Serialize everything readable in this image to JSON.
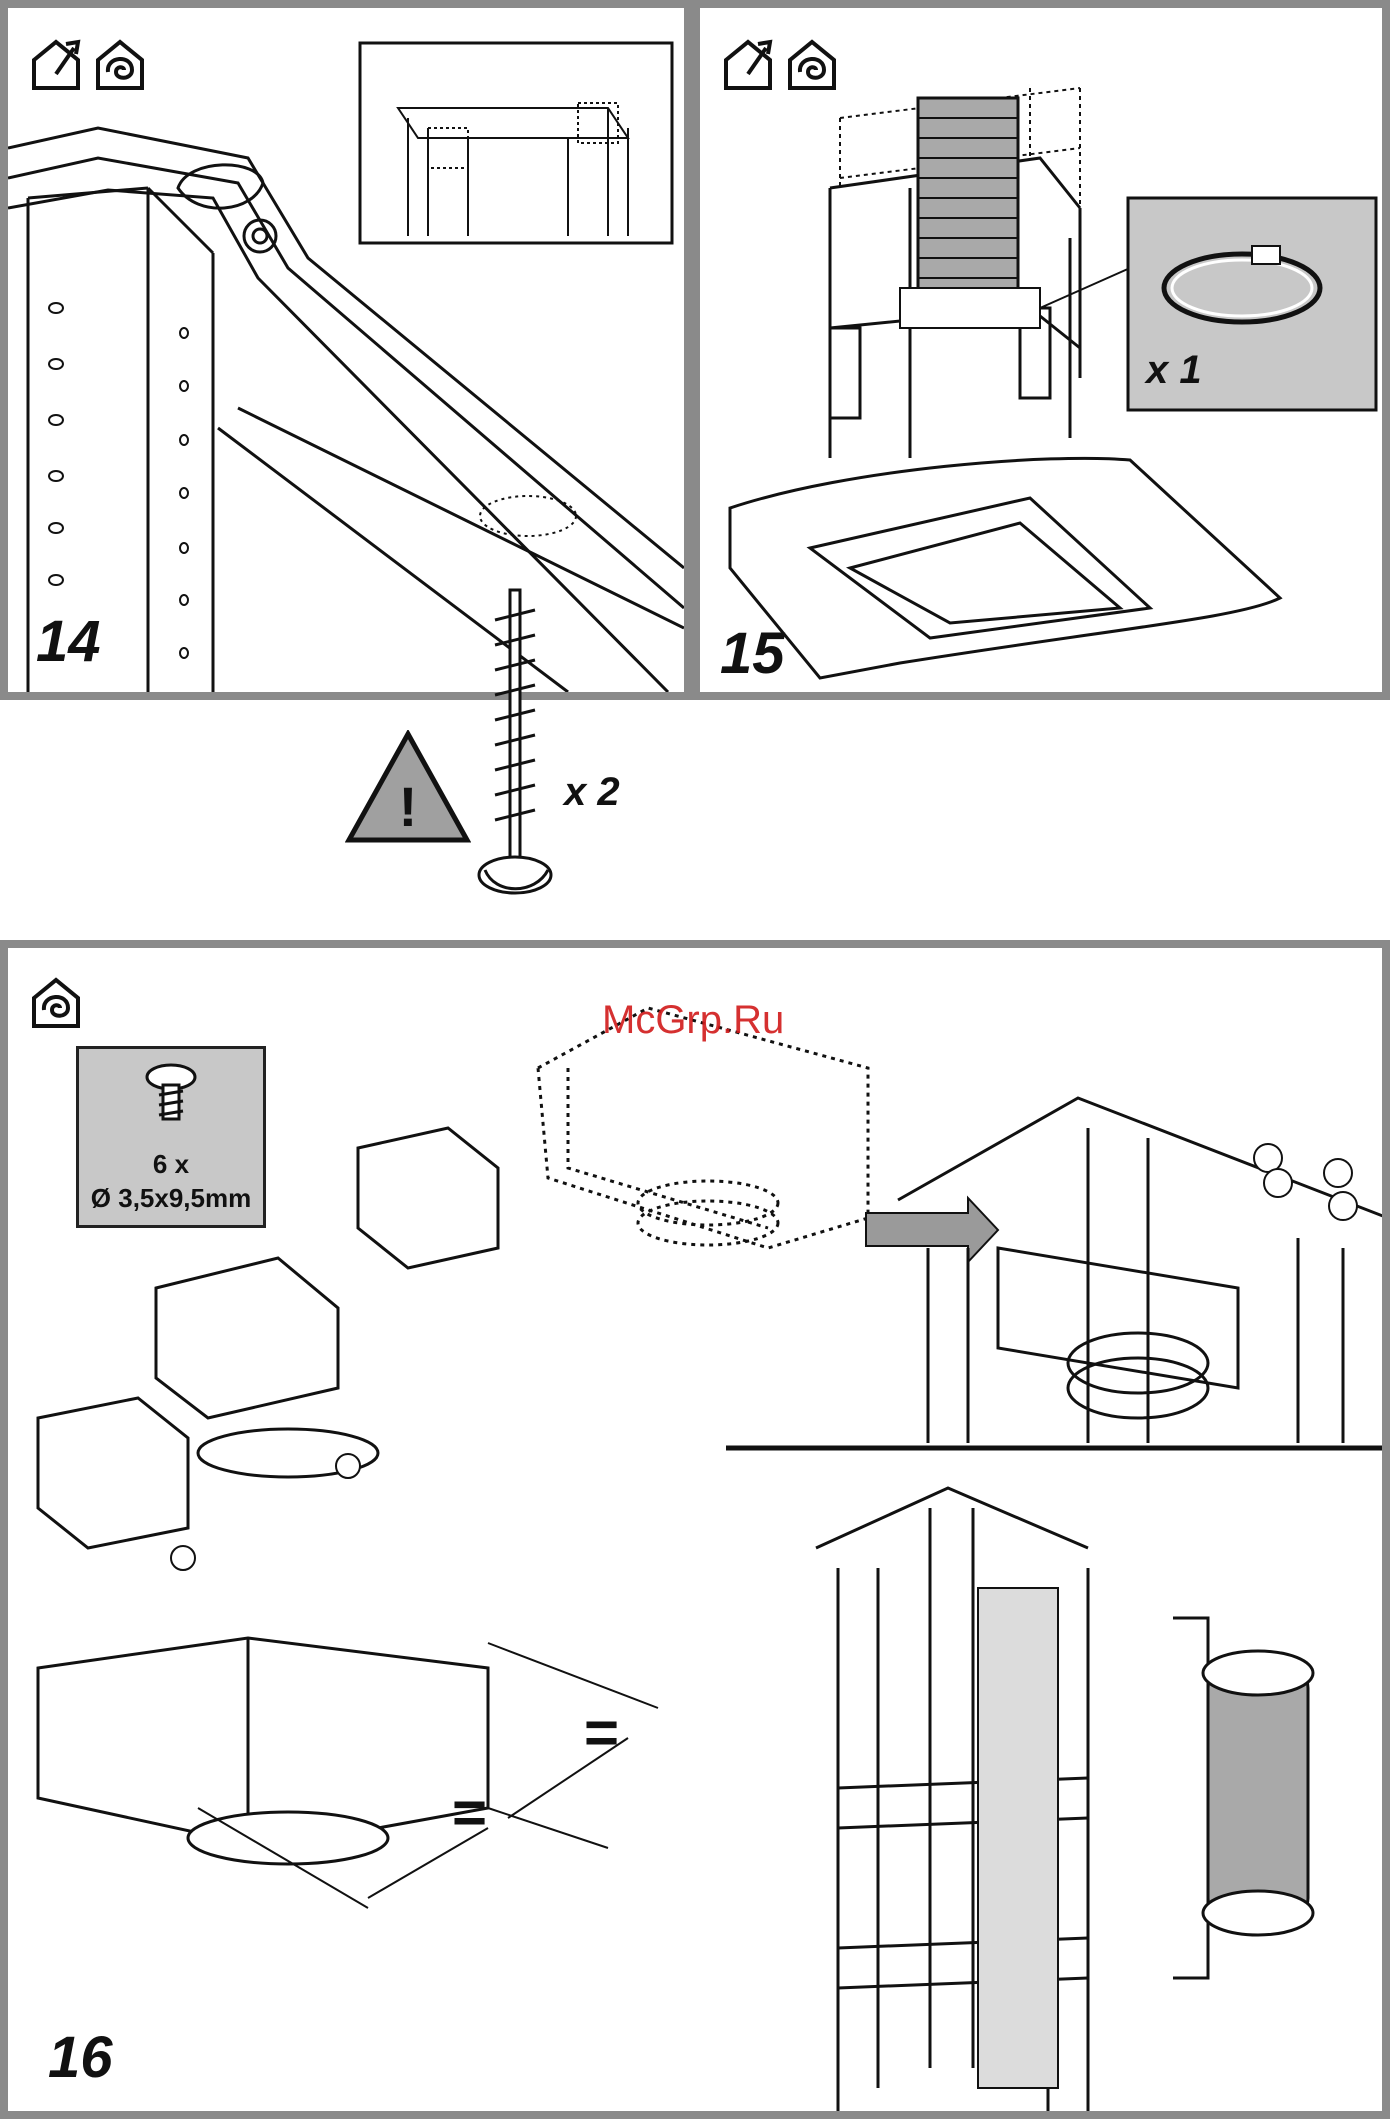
{
  "steps": {
    "step14": {
      "number": "14",
      "screw_qty": "x 2"
    },
    "step15": {
      "number": "15",
      "clamp_qty": "x 1"
    },
    "step16": {
      "number": "16",
      "screw_spec_qty": "6 x",
      "screw_spec_size": "Ø 3,5x9,5mm",
      "equal_mark_1": "=",
      "equal_mark_2": "="
    }
  },
  "watermark": "McGrp.Ru",
  "icons": [
    "ducted-mode-icon",
    "recirculation-mode-icon",
    "warning-icon"
  ],
  "colors": {
    "panel_border": "#8a8a8a",
    "box_fill": "#c8c8c8",
    "ink": "#111111",
    "watermark": "#d11a1a"
  }
}
